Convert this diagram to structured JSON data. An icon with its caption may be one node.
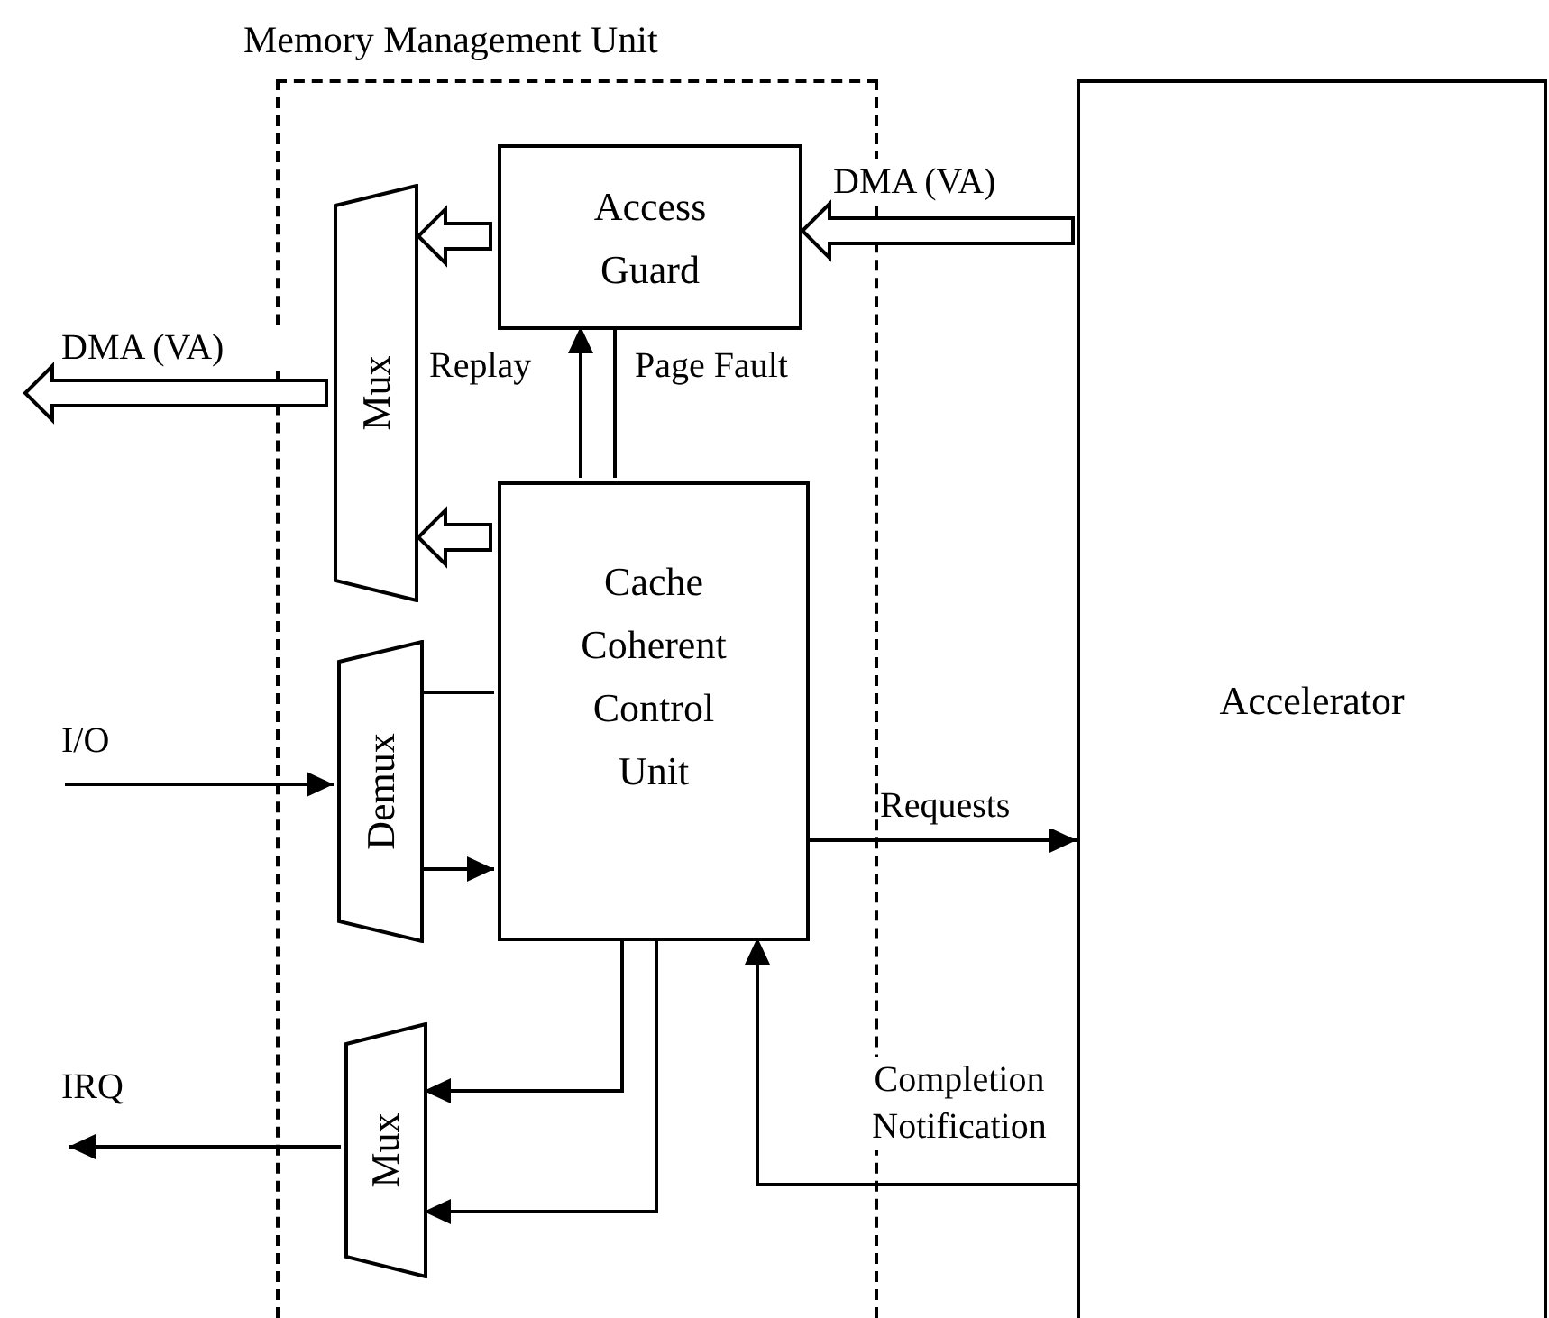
{
  "diagram": {
    "nodes": [
      {
        "text": [
          "Memory Management Unit"
        ]
      },
      {
        "text": [
          "Access Guard"
        ],
        "in": 0
      },
      {
        "text": [
          "Mux"
        ],
        "in": 0
      },
      {
        "text": [
          "Cache Coherent Control Unit"
        ],
        "in": 0
      },
      {
        "text": [
          "Demux"
        ],
        "in": 0
      },
      {
        "text": [
          "Mux"
        ],
        "in": 0
      },
      {
        "text": [
          "Accelerator"
        ]
      }
    ],
    "edges": [
      {
        "from": 6,
        "to": 1,
        "arrow": "to",
        "label": "DMA (VA)",
        "style": "thick"
      },
      {
        "from": 1,
        "to": 2,
        "arrow": "to",
        "style": "thick"
      },
      {
        "from": 3,
        "to": 2,
        "arrow": "to",
        "style": "thick"
      },
      {
        "from": 2,
        "to": null,
        "arrow": "to",
        "label": "DMA (VA)",
        "style": "thick"
      },
      {
        "from": 3,
        "to": 1,
        "arrow": "to",
        "label": "Replay"
      },
      {
        "from": 1,
        "to": 3,
        "arrow": "none",
        "label": "Page Fault"
      },
      {
        "from": null,
        "to": 4,
        "arrow": "to",
        "label": "I/O"
      },
      {
        "from": 4,
        "to": 3,
        "arrow": "none"
      },
      {
        "from": 4,
        "to": 3,
        "arrow": "to"
      },
      {
        "from": 3,
        "to": 6,
        "arrow": "to",
        "label": "Requests"
      },
      {
        "from": 6,
        "to": 3,
        "arrow": "to",
        "label": "Completion Notification"
      },
      {
        "from": 3,
        "to": 5,
        "arrow": "to"
      },
      {
        "from": 3,
        "to": 5,
        "arrow": "to"
      },
      {
        "from": 5,
        "to": null,
        "arrow": "to",
        "label": "IRQ"
      }
    ]
  }
}
